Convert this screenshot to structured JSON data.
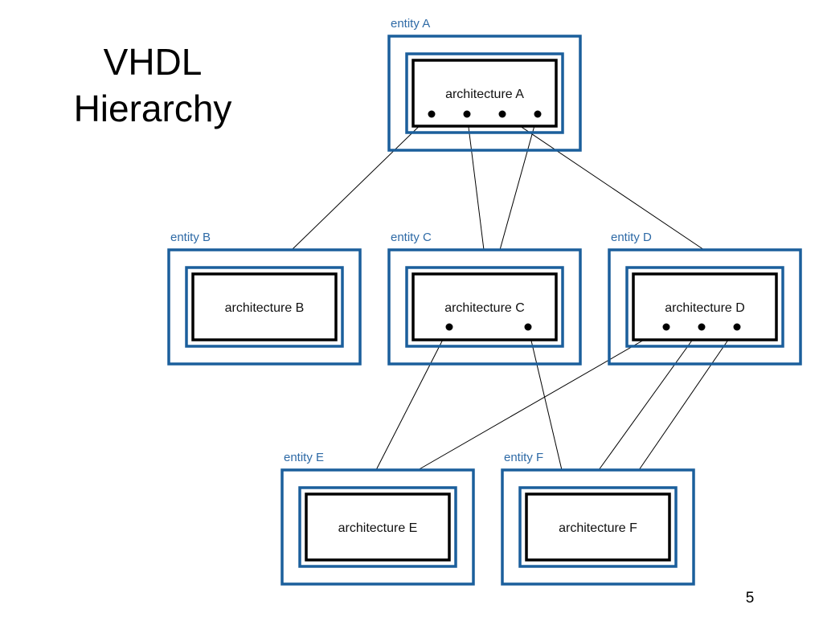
{
  "slide": {
    "title_lines": [
      "VHDL",
      "Hierarchy"
    ],
    "page_number": "5"
  },
  "colors": {
    "entity_border": "#1b5f9c",
    "entity_label": "#2e6aa6",
    "architecture_border": "#000000",
    "connector": "#000000"
  },
  "diagram": {
    "entities": [
      {
        "id": "A",
        "entity_label": "entity A",
        "architecture_label": "architecture A"
      },
      {
        "id": "B",
        "entity_label": "entity B",
        "architecture_label": "architecture B"
      },
      {
        "id": "C",
        "entity_label": "entity C",
        "architecture_label": "architecture C"
      },
      {
        "id": "D",
        "entity_label": "entity D",
        "architecture_label": "architecture D"
      },
      {
        "id": "E",
        "entity_label": "entity E",
        "architecture_label": "architecture E"
      },
      {
        "id": "F",
        "entity_label": "entity F",
        "architecture_label": "architecture F"
      }
    ],
    "connections": [
      {
        "from": "A",
        "to": "B"
      },
      {
        "from": "A",
        "to": "C"
      },
      {
        "from": "A",
        "to": "C"
      },
      {
        "from": "A",
        "to": "D"
      },
      {
        "from": "C",
        "to": "E"
      },
      {
        "from": "C",
        "to": "F"
      },
      {
        "from": "D",
        "to": "E"
      },
      {
        "from": "D",
        "to": "F"
      },
      {
        "from": "D",
        "to": "F"
      }
    ]
  }
}
